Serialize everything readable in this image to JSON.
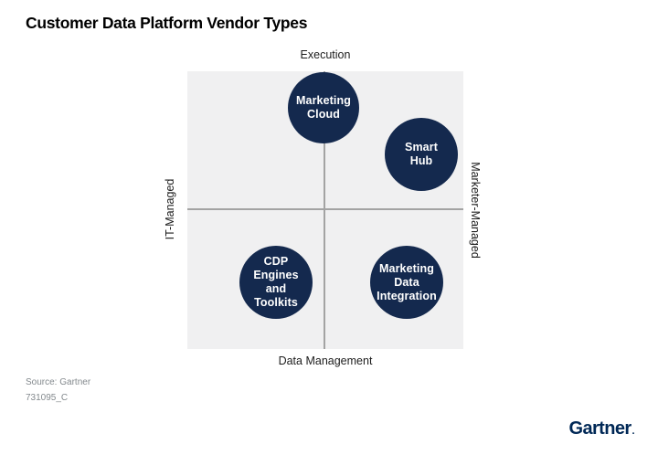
{
  "title": "Customer Data Platform Vendor Types",
  "colors": {
    "bubble_navy": "#14294e",
    "plot_background": "#f0f0f1",
    "divider_gray": "#a3a3a3",
    "source_gray": "#83898d",
    "logo_navy": "#002856"
  },
  "chart": {
    "axis_top": "Execution",
    "axis_bottom": "Data Management",
    "axis_left": "IT-Managed",
    "axis_right": "Marketer-Managed",
    "bubbles": [
      {
        "label": "Marketing Cloud",
        "lines": [
          "Marketing",
          "Cloud"
        ]
      },
      {
        "label": "Smart Hub",
        "lines": [
          "Smart",
          "Hub"
        ]
      },
      {
        "label": "CDP Engines and Toolkits",
        "lines": [
          "CDP",
          "Engines",
          "and",
          "Toolkits"
        ]
      },
      {
        "label": "Marketing Data Integration",
        "lines": [
          "Marketing",
          "Data",
          "Integration"
        ]
      }
    ]
  },
  "chart_data": {
    "type": "scatter",
    "title": "Customer Data Platform Vendor Types",
    "x_axis": {
      "left_label": "IT-Managed",
      "right_label": "Marketer-Managed",
      "range": [
        0,
        1
      ],
      "ticks": "none"
    },
    "y_axis": {
      "bottom_label": "Data Management",
      "top_label": "Execution",
      "range": [
        0,
        1
      ],
      "ticks": "none"
    },
    "grid": "quadrant-crosshair",
    "legend": "none",
    "points": [
      {
        "label": "Marketing Cloud",
        "x": 0.49,
        "y": 0.87,
        "radius_frac": 0.13,
        "quadrant": "top-center"
      },
      {
        "label": "Smart Hub",
        "x": 0.85,
        "y": 0.7,
        "radius_frac": 0.13,
        "quadrant": "top-right"
      },
      {
        "label": "CDP Engines and Toolkits",
        "x": 0.32,
        "y": 0.24,
        "radius_frac": 0.13,
        "quadrant": "bottom-left"
      },
      {
        "label": "Marketing Data Integration",
        "x": 0.79,
        "y": 0.24,
        "radius_frac": 0.13,
        "quadrant": "bottom-right"
      }
    ]
  },
  "footer": {
    "source_line": "Source: Gartner",
    "code": "731095_C",
    "logo_text": "Gartner",
    "registered_mark": "."
  }
}
